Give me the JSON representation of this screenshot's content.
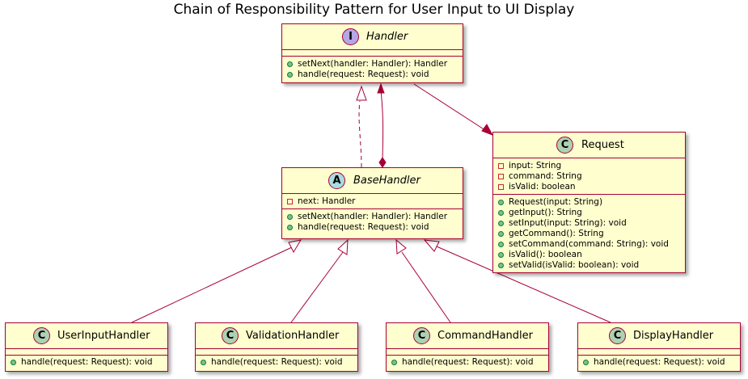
{
  "diagram": {
    "title": "Chain of Responsibility Pattern for User Input to UI Display",
    "colors": {
      "class_fill": "#FEFECE",
      "border": "#A80036",
      "interface_badge": "#B4A7E5",
      "abstract_badge": "#A9DCDF",
      "class_badge": "#ADD1B2",
      "public_dot": "#84BE84",
      "private_box": "#C82930"
    },
    "classes": {
      "handler": {
        "stereotype": "I",
        "name": "Handler",
        "methods": [
          "setNext(handler: Handler): Handler",
          "handle(request: Request): void"
        ]
      },
      "request": {
        "stereotype": "C",
        "name": "Request",
        "fields": [
          "input: String",
          "command: String",
          "isValid: boolean"
        ],
        "methods": [
          "Request(input: String)",
          "getInput(): String",
          "setInput(input: String): void",
          "getCommand(): String",
          "setCommand(command: String): void",
          "isValid(): boolean",
          "setValid(isValid: boolean): void"
        ]
      },
      "base_handler": {
        "stereotype": "A",
        "name": "BaseHandler",
        "fields": [
          "next: Handler"
        ],
        "methods": [
          "setNext(handler: Handler): Handler",
          "handle(request: Request): void"
        ]
      },
      "user_input_handler": {
        "stereotype": "C",
        "name": "UserInputHandler",
        "methods": [
          "handle(request: Request): void"
        ]
      },
      "validation_handler": {
        "stereotype": "C",
        "name": "ValidationHandler",
        "methods": [
          "handle(request: Request): void"
        ]
      },
      "command_handler": {
        "stereotype": "C",
        "name": "CommandHandler",
        "methods": [
          "handle(request: Request): void"
        ]
      },
      "display_handler": {
        "stereotype": "C",
        "name": "DisplayHandler",
        "methods": [
          "handle(request: Request): void"
        ]
      }
    }
  }
}
